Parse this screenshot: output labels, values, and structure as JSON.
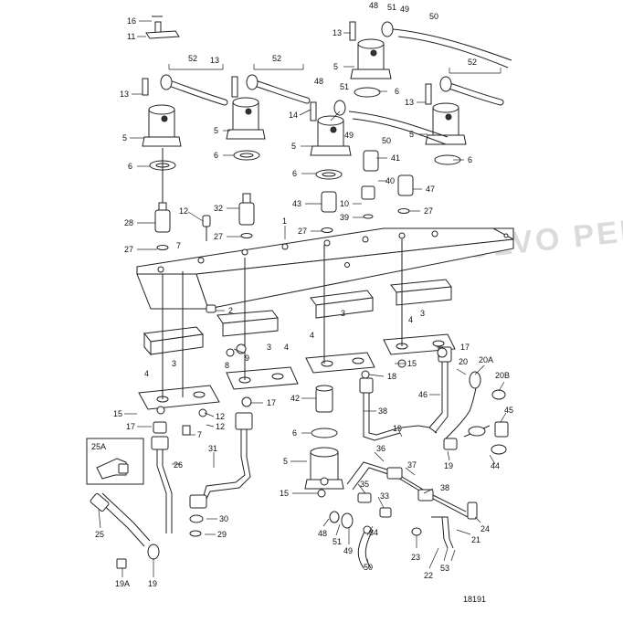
{
  "figure_number": "18191",
  "watermark": "PROPERTY OF VOLVO PENTA",
  "inset": {
    "label": "25A"
  },
  "callouts": [
    {
      "id": "c16",
      "text": "16"
    },
    {
      "id": "c11",
      "text": "11"
    },
    {
      "id": "c13a",
      "text": "13"
    },
    {
      "id": "c52a",
      "text": "52"
    },
    {
      "id": "c13b",
      "text": "13"
    },
    {
      "id": "c52b",
      "text": "52"
    },
    {
      "id": "c5a",
      "text": "5"
    },
    {
      "id": "c5b",
      "text": "5"
    },
    {
      "id": "c6a",
      "text": "6"
    },
    {
      "id": "c6b",
      "text": "6"
    },
    {
      "id": "c12a",
      "text": "12"
    },
    {
      "id": "c28",
      "text": "28"
    },
    {
      "id": "c32",
      "text": "32"
    },
    {
      "id": "c27a",
      "text": "27"
    },
    {
      "id": "c27b",
      "text": "27"
    },
    {
      "id": "c7a",
      "text": "7"
    },
    {
      "id": "c1",
      "text": "1"
    },
    {
      "id": "c48a",
      "text": "48"
    },
    {
      "id": "c51a",
      "text": "51"
    },
    {
      "id": "c49a",
      "text": "49"
    },
    {
      "id": "c50a",
      "text": "50"
    },
    {
      "id": "c13c",
      "text": "13"
    },
    {
      "id": "c5c",
      "text": "5"
    },
    {
      "id": "c6c",
      "text": "6"
    },
    {
      "id": "c48b",
      "text": "48"
    },
    {
      "id": "c51b",
      "text": "51"
    },
    {
      "id": "c14",
      "text": "14"
    },
    {
      "id": "c50b",
      "text": "50"
    },
    {
      "id": "c49b",
      "text": "49"
    },
    {
      "id": "c5d",
      "text": "5"
    },
    {
      "id": "c41",
      "text": "41"
    },
    {
      "id": "c6d",
      "text": "6"
    },
    {
      "id": "c40",
      "text": "40"
    },
    {
      "id": "c43",
      "text": "43"
    },
    {
      "id": "c10",
      "text": "10"
    },
    {
      "id": "c39",
      "text": "39"
    },
    {
      "id": "c27c",
      "text": "27"
    },
    {
      "id": "c47",
      "text": "47"
    },
    {
      "id": "c27d",
      "text": "27"
    },
    {
      "id": "c13d",
      "text": "13"
    },
    {
      "id": "c52c",
      "text": "52"
    },
    {
      "id": "c5e",
      "text": "5"
    },
    {
      "id": "c6e",
      "text": "6"
    },
    {
      "id": "c2",
      "text": "2"
    },
    {
      "id": "c3a",
      "text": "3"
    },
    {
      "id": "c3b",
      "text": "3"
    },
    {
      "id": "c3c",
      "text": "3"
    },
    {
      "id": "c3d",
      "text": "3"
    },
    {
      "id": "c4a",
      "text": "4"
    },
    {
      "id": "c4b",
      "text": "4"
    },
    {
      "id": "c4c",
      "text": "4"
    },
    {
      "id": "c4d",
      "text": "4"
    },
    {
      "id": "c8",
      "text": "8"
    },
    {
      "id": "c9",
      "text": "9"
    },
    {
      "id": "c15a",
      "text": "15"
    },
    {
      "id": "c12b",
      "text": "12"
    },
    {
      "id": "c17a",
      "text": "17"
    },
    {
      "id": "c7b",
      "text": "7"
    },
    {
      "id": "c12c",
      "text": "12"
    },
    {
      "id": "c17b",
      "text": "17"
    },
    {
      "id": "c17c",
      "text": "17"
    },
    {
      "id": "c18",
      "text": "18"
    },
    {
      "id": "c15b",
      "text": "15"
    },
    {
      "id": "c20",
      "text": "20"
    },
    {
      "id": "c20A",
      "text": "20A"
    },
    {
      "id": "c20B",
      "text": "20B"
    },
    {
      "id": "c42",
      "text": "42"
    },
    {
      "id": "c38a",
      "text": "38"
    },
    {
      "id": "c46",
      "text": "46"
    },
    {
      "id": "c45",
      "text": "45"
    },
    {
      "id": "c6f",
      "text": "6"
    },
    {
      "id": "c19a",
      "text": "19"
    },
    {
      "id": "c19b",
      "text": "19"
    },
    {
      "id": "c44",
      "text": "44"
    },
    {
      "id": "c31",
      "text": "31"
    },
    {
      "id": "c26",
      "text": "26"
    },
    {
      "id": "c36",
      "text": "36"
    },
    {
      "id": "c37",
      "text": "37"
    },
    {
      "id": "c5f",
      "text": "5"
    },
    {
      "id": "c15c",
      "text": "15"
    },
    {
      "id": "c35",
      "text": "35"
    },
    {
      "id": "c33",
      "text": "33"
    },
    {
      "id": "c38b",
      "text": "38"
    },
    {
      "id": "c30",
      "text": "30"
    },
    {
      "id": "c29",
      "text": "29"
    },
    {
      "id": "c25",
      "text": "25"
    },
    {
      "id": "c48c",
      "text": "48"
    },
    {
      "id": "c51c",
      "text": "51"
    },
    {
      "id": "c49c",
      "text": "49"
    },
    {
      "id": "c34",
      "text": "34"
    },
    {
      "id": "c50c",
      "text": "50"
    },
    {
      "id": "c21",
      "text": "21"
    },
    {
      "id": "c24",
      "text": "24"
    },
    {
      "id": "c23",
      "text": "23"
    },
    {
      "id": "c22",
      "text": "22"
    },
    {
      "id": "c53",
      "text": "53"
    },
    {
      "id": "c19A",
      "text": "19A"
    },
    {
      "id": "c19c",
      "text": "19"
    }
  ]
}
